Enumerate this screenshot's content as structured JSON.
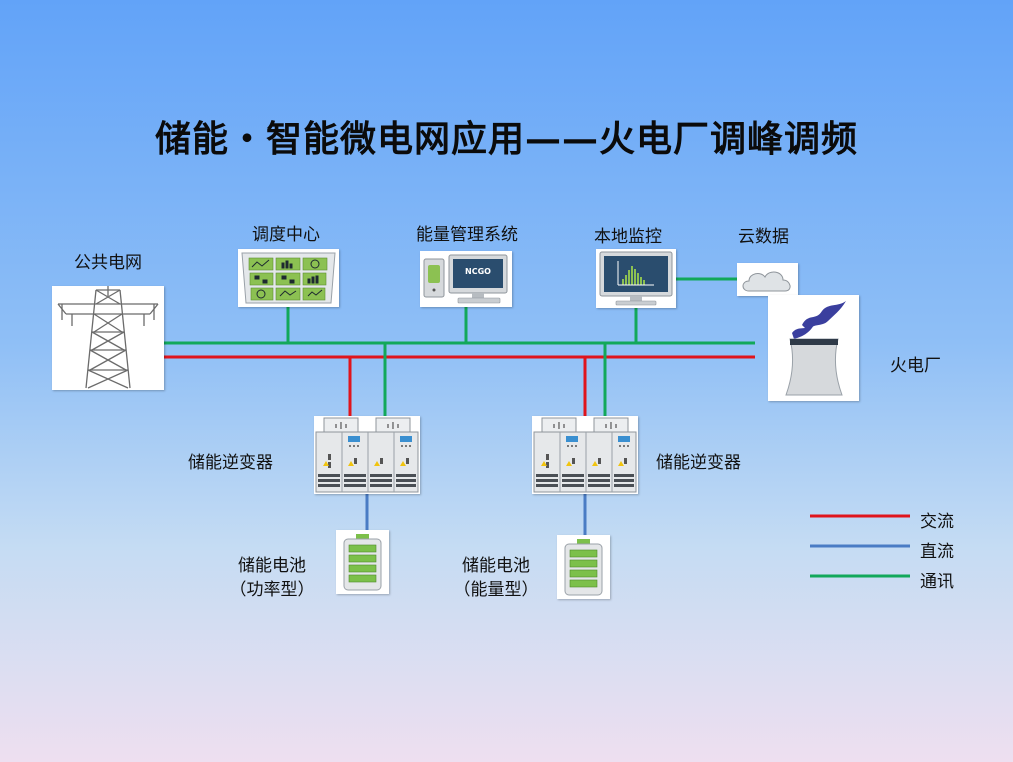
{
  "title": "储能・智能微电网应用——火电厂调峰调频",
  "nodes": {
    "public_grid": "公共电网",
    "dispatch_center": "调度中心",
    "ems": "能量管理系统",
    "ems_screen_text": "NCGO",
    "local_monitor": "本地监控",
    "cloud_data": "云数据",
    "thermal_plant": "火电厂",
    "inverter_left": "储能逆变器",
    "inverter_right": "储能逆变器",
    "battery_power": {
      "line1": "储能电池",
      "line2": "（功率型）"
    },
    "battery_energy": {
      "line1": "储能电池",
      "line2": "（能量型）"
    }
  },
  "legend": [
    {
      "label": "交流",
      "color": "#e0141c"
    },
    {
      "label": "直流",
      "color": "#4a7cc4"
    },
    {
      "label": "通讯",
      "color": "#12a85a"
    }
  ],
  "colors": {
    "ac": "#e0141c",
    "dc": "#4a7cc4",
    "comm": "#12a85a",
    "panel_green": "#8cc152",
    "battery_green": "#7cc04a"
  }
}
